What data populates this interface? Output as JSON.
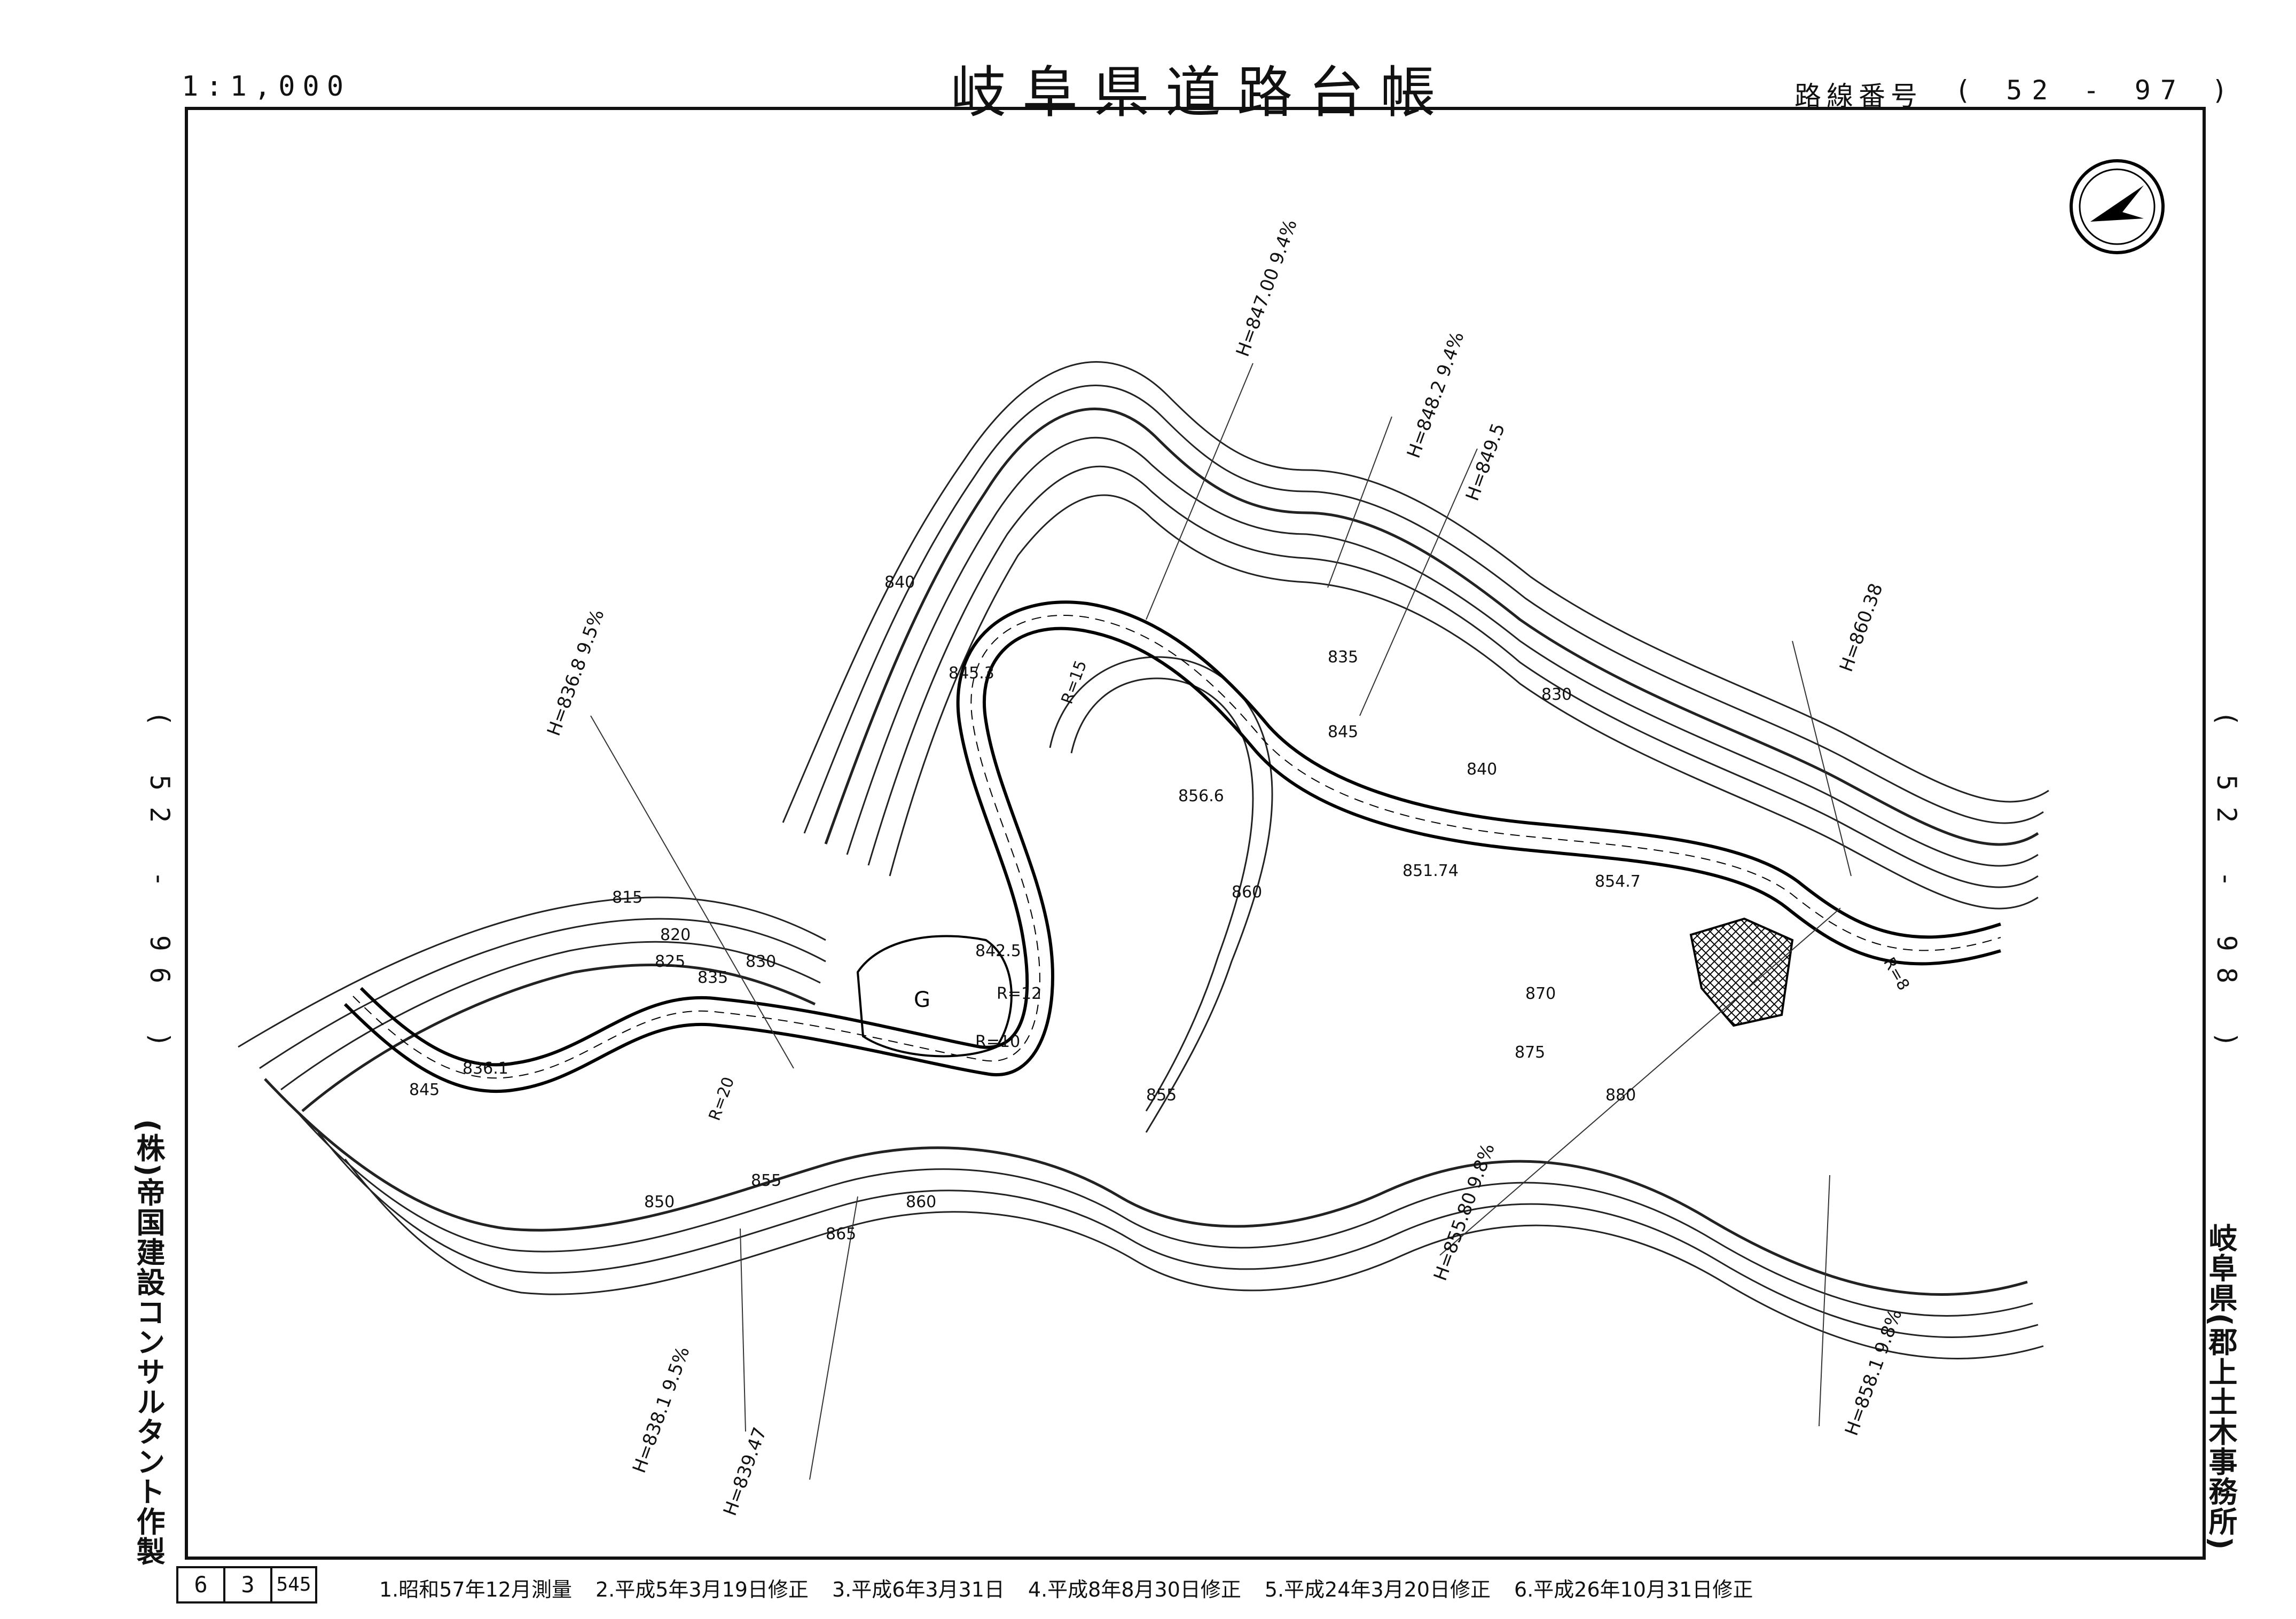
{
  "header": {
    "scale": "1:1,000",
    "title": "岐阜県道路台帳",
    "route_label": "路線番号",
    "route_number": "( 52 - 97 )"
  },
  "adjacent_sheets": {
    "left": "( 52 - 96 )",
    "right": "( 52 - 98 )"
  },
  "maker": "(株)帝国建設コンサルタント作製",
  "office": "岐阜県(郡上土木事務所)",
  "sheet_numbers": [
    "6",
    "3",
    "545"
  ],
  "revision_notes": [
    "1.昭和57年12月測量",
    "2.平成5年3月19日修正",
    "3.平成6年3月31日",
    "4.平成8年8月30日修正",
    "5.平成24年3月20日修正",
    "6.平成26年10月31日修正"
  ],
  "compass": {
    "icon": "north-arrow-icon"
  },
  "map": {
    "contour_labels": [
      "815",
      "820",
      "825",
      "830",
      "835",
      "845",
      "850",
      "855",
      "860",
      "865",
      "840",
      "845",
      "835",
      "830",
      "840",
      "860",
      "870",
      "875",
      "880",
      "855"
    ],
    "elevation_points": [
      "845.3",
      "856.6",
      "851.74",
      "854.7",
      "842.5",
      "836.1"
    ],
    "curve_radii": [
      "R=15",
      "R=12",
      "R=10",
      "R=20",
      "R=8"
    ],
    "grade_annotations": [
      "H=847.00 9.4%",
      "H=848.2 9.4%",
      "H=849.5",
      "H=836.8 9.5%",
      "H=860.38",
      "H=855.80 9.8%",
      "H=838.1 9.5%",
      "H=839.47",
      "H=858.1 9.8%"
    ],
    "area_label": "G"
  }
}
